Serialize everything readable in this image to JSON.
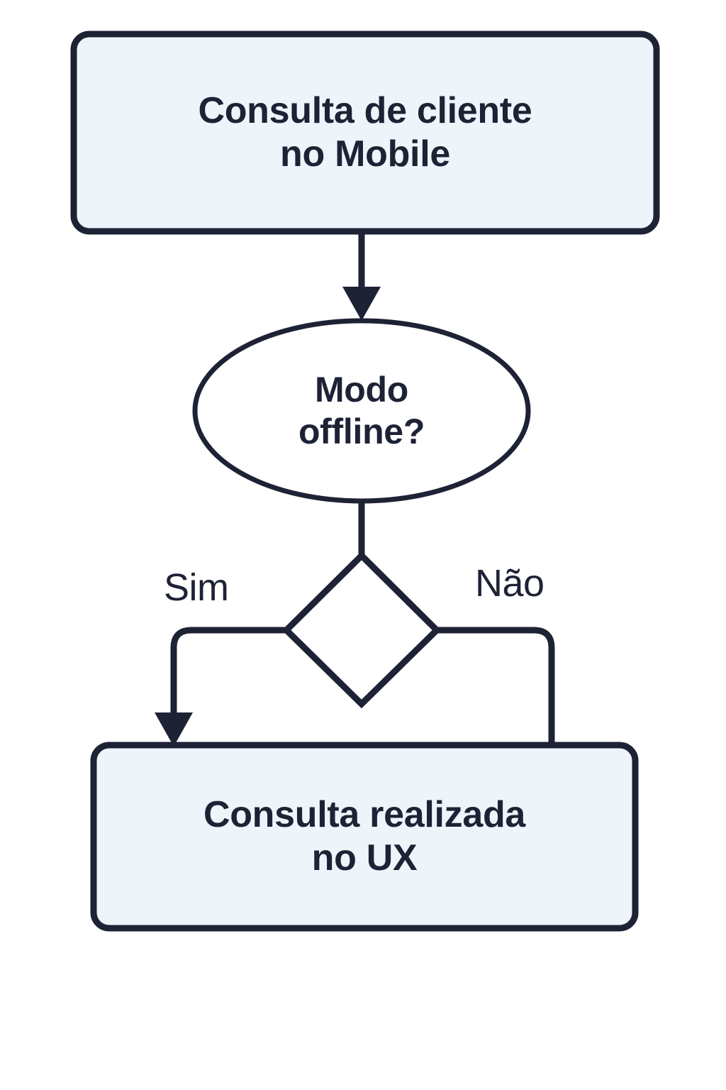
{
  "diagram": {
    "type": "flowchart",
    "title": "",
    "orientation": "top-to-bottom",
    "background_color": "#ffffff",
    "stroke_color": "#1e2235",
    "process_fill_color": "#eff4fb",
    "decision_fill_color": "#ffffff",
    "text_color": "#1e2235",
    "nodes": [
      {
        "id": "start",
        "shape": "rounded-rectangle",
        "label": "Consulta de cliente\nno Mobile",
        "line1": "Consulta de cliente",
        "line2": "no Mobile",
        "fill": "#eff4fb",
        "stroke": "#1e2235"
      },
      {
        "id": "decision-offline",
        "shape": "ellipse",
        "label": "Modo\noffline?",
        "line1": "Modo",
        "line2": "offline?",
        "fill": "#ffffff",
        "stroke": "#1e2235"
      },
      {
        "id": "branch-diamond",
        "shape": "diamond",
        "label": "",
        "fill": "#ffffff",
        "stroke": "#1e2235"
      },
      {
        "id": "end",
        "shape": "rounded-rectangle",
        "label": "Consulta realizada\nno UX",
        "line1": "Consulta realizada",
        "line2": "no UX",
        "fill": "#eff4fb",
        "stroke": "#1e2235"
      }
    ],
    "edges": [
      {
        "id": "edge-start-to-decision",
        "from": "start",
        "to": "decision-offline",
        "label": "",
        "arrowhead": true
      },
      {
        "id": "edge-decision-to-diamond",
        "from": "decision-offline",
        "to": "branch-diamond",
        "label": "",
        "arrowhead": false
      },
      {
        "id": "edge-yes",
        "from": "branch-diamond",
        "to": "end",
        "label": "Sim",
        "arrowhead": true,
        "side": "left"
      },
      {
        "id": "edge-no",
        "from": "branch-diamond",
        "to": "end",
        "label": "Não",
        "arrowhead": false,
        "side": "right"
      }
    ]
  }
}
